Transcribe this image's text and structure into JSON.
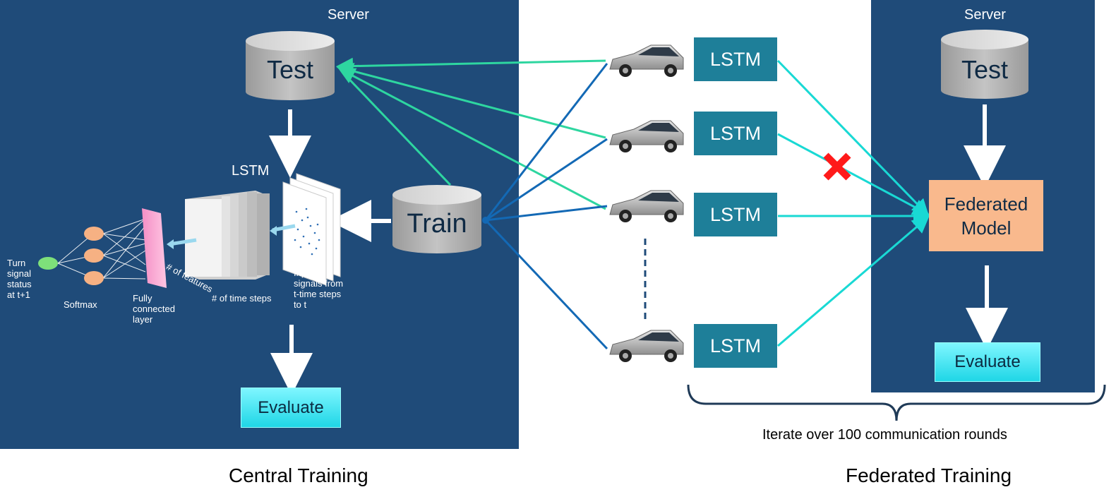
{
  "central": {
    "server_label": "Server",
    "test_label": "Test",
    "train_label": "Train",
    "lstm_label": "LSTM",
    "evaluate_label": "Evaluate",
    "turn_signal_label": [
      "Turn",
      "signal",
      "status",
      "at t+1"
    ],
    "softmax_label": "Softmax",
    "fully_connected_label": [
      "Fully",
      "connected",
      "layer"
    ],
    "features_label": "# of features",
    "time_steps_label": "# of time steps",
    "input_signals_label": [
      "Input",
      "signals from",
      "t-time steps",
      "to t"
    ],
    "caption": "Central Training"
  },
  "federated": {
    "server_label": "Server",
    "test_label": "Test",
    "federated_model_label": [
      "Federated",
      "Model"
    ],
    "evaluate_label": "Evaluate",
    "lstm_labels": [
      "LSTM",
      "LSTM",
      "LSTM",
      "LSTM"
    ],
    "iterate_label": "Iterate over 100 communication rounds",
    "caption": "Federated Training"
  },
  "colors": {
    "panel": "#1f4b79",
    "lstm_box": "#1e7f99",
    "green_arrow": "#2ed6a0",
    "blue_arrow": "#1369b5",
    "cyan_arrow": "#19d9d4",
    "fed_model": "#f9b98d",
    "cross": "#ff1a1a"
  },
  "icons": [
    "car-icon",
    "database-cylinder-icon",
    "cross-icon"
  ]
}
